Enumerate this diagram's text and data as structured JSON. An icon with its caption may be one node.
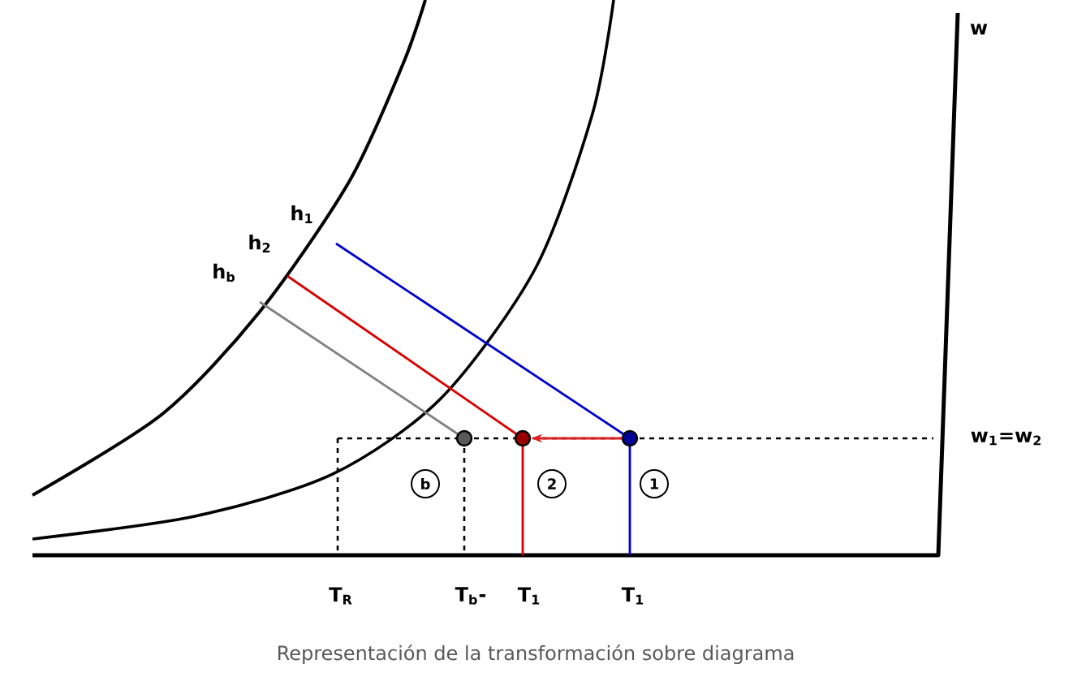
{
  "diagram": {
    "caption": "Representación de la transformación sobre diagrama",
    "nodes": [
      {
        "text": [],
        "shape": "circle",
        "beside": [
          "1"
        ]
      },
      {
        "text": [],
        "shape": "circle",
        "beside": [
          "2"
        ]
      },
      {
        "text": [],
        "shape": "circle",
        "beside": [
          "b"
        ]
      }
    ],
    "edges": [
      {
        "from": 0,
        "to": 1,
        "arrow": "to",
        "color": "#e02020"
      }
    ],
    "labels": [
      "w",
      "h$_{1}$",
      "h$_{2}$",
      "h$_{b}$",
      "w$_{1}$=w$_{2}$",
      "T$_{R}$",
      "T$_{b}$-",
      "T$_{1}$",
      "T$_{1}$"
    ]
  }
}
